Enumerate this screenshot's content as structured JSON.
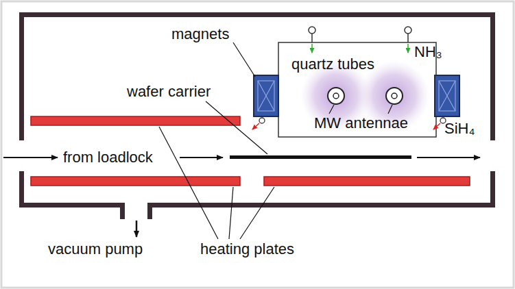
{
  "diagram": {
    "labels": [
      "magnets",
      "quartz tubes",
      "NH₃",
      "wafer carrier",
      "MW antennae",
      "SiH₄",
      "from loadlock",
      "vacuum pump",
      "heating plates"
    ]
  }
}
